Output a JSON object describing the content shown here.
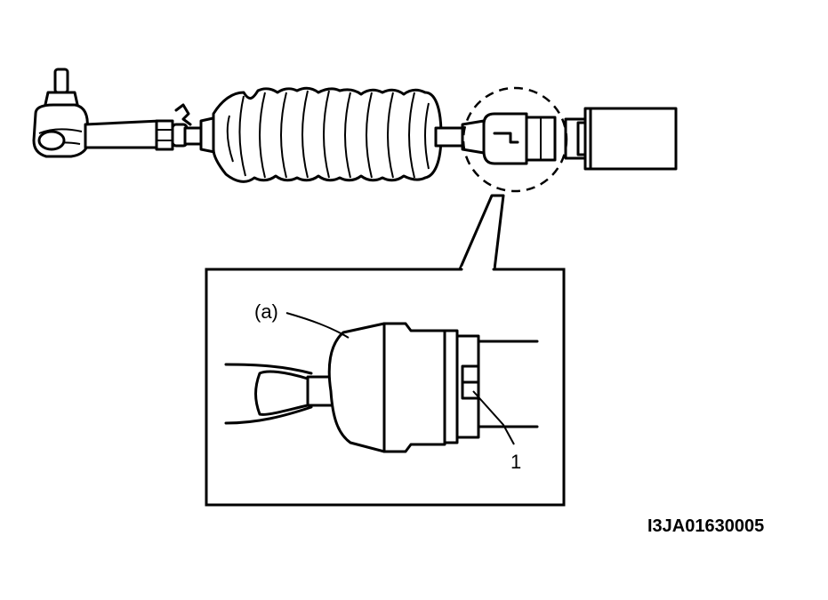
{
  "callouts": {
    "a": "(a)",
    "one": "1"
  },
  "figure_code": "I3JA01630005",
  "colors": {
    "ink": "#000000",
    "paper": "#ffffff"
  }
}
